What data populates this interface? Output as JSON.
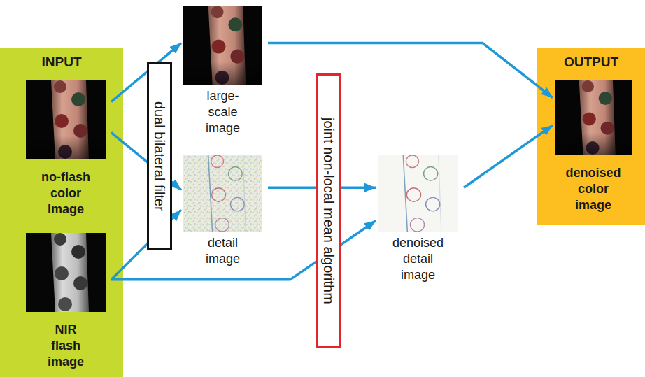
{
  "diagram": {
    "nodes": [
      {
        "text": [
          "INPUT"
        ]
      },
      {
        "text": [
          "no-flash color image"
        ],
        "in": 0
      },
      {
        "text": [
          "NIR flash image"
        ],
        "in": 0
      },
      {
        "text": [
          "dual bilateral filter"
        ]
      },
      {
        "text": [
          "large- scale image"
        ]
      },
      {
        "text": [
          "detail image"
        ]
      },
      {
        "text": [
          "joint non-local mean algorithm"
        ]
      },
      {
        "text": [
          "denoised detail image"
        ]
      },
      {
        "text": [
          "OUTPUT"
        ]
      },
      {
        "text": [
          "denoised color image"
        ],
        "in": 8
      }
    ],
    "edges": [
      {
        "from": 1,
        "to": 4,
        "arrow": "to"
      },
      {
        "from": 1,
        "to": 5,
        "arrow": "to"
      },
      {
        "from": 2,
        "to": 5,
        "arrow": "to"
      },
      {
        "from": 5,
        "to": 7,
        "arrow": "to"
      },
      {
        "from": 2,
        "to": 7,
        "arrow": "to"
      },
      {
        "from": 4,
        "to": 9,
        "arrow": "to"
      },
      {
        "from": 7,
        "to": 9,
        "arrow": "to"
      }
    ]
  }
}
